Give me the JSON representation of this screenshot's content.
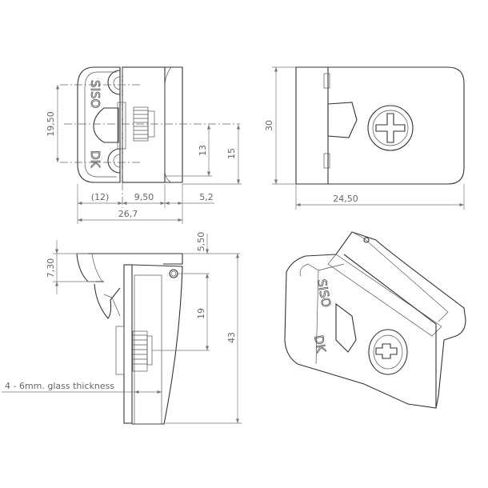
{
  "drawing": {
    "logo_text": "SISO DK",
    "front_view": {
      "dimensions": {
        "hole_spacing": "19,50",
        "height_13": "13",
        "height_15": "15",
        "width_cap": "(12)",
        "width_mid": "9,50",
        "width_right": "5,2",
        "overall_width": "26,7"
      }
    },
    "side_view": {
      "dimensions": {
        "height": "30",
        "width": "24,50"
      }
    },
    "section_view": {
      "dimensions": {
        "top_lip": "7,30",
        "top_offset": "5,50",
        "screw_offset": "19",
        "overall_height": "43"
      },
      "note": "4 - 6mm. glass thickness"
    }
  }
}
